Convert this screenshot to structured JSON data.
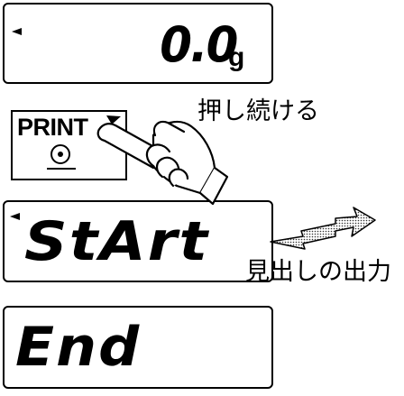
{
  "display_weight": {
    "value": "0.0",
    "unit": "g"
  },
  "print_key": {
    "label": "PRINT"
  },
  "action_caption": "押し続ける",
  "display_start": {
    "text": "StArt"
  },
  "output_caption": "見出しの出力",
  "display_end": {
    "text": "End"
  }
}
